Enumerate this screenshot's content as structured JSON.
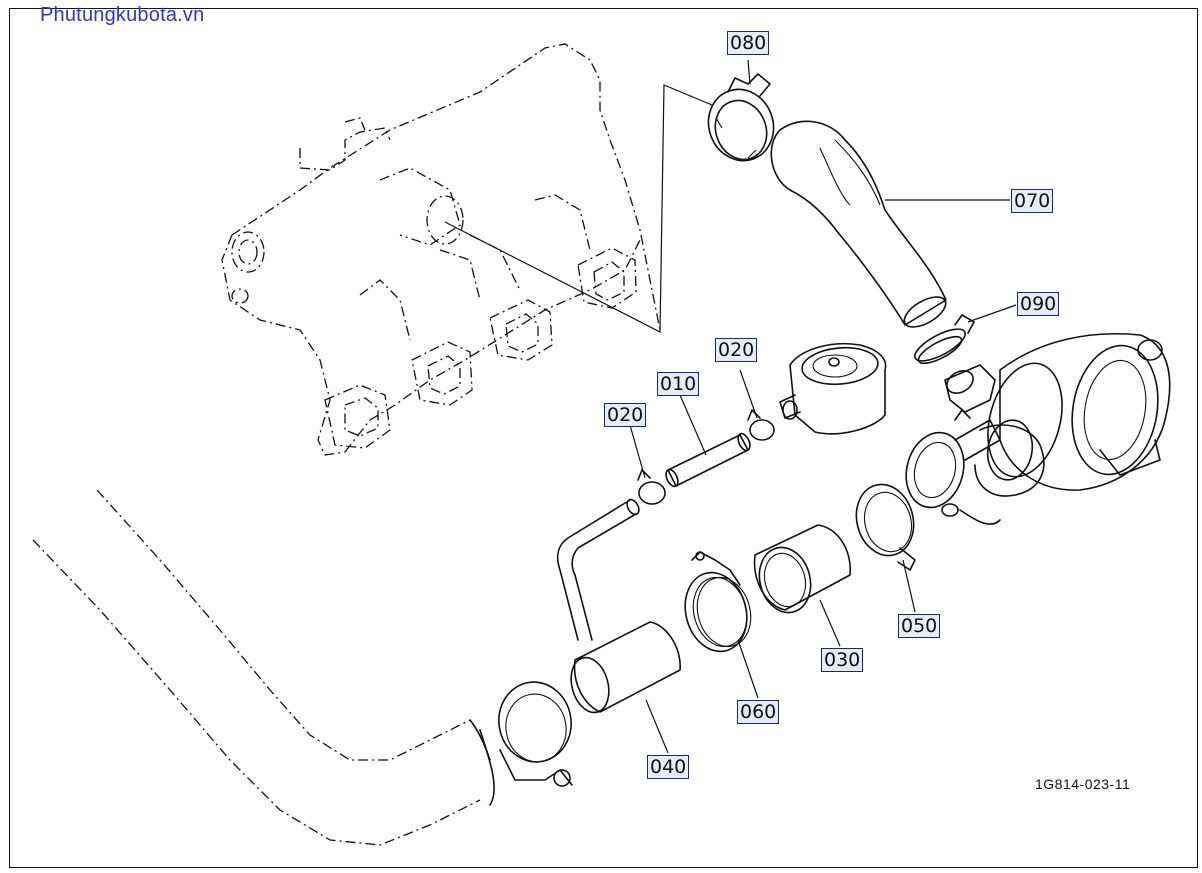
{
  "watermark": "Phutungkubota.vn",
  "reference_code": "1G814-023-11",
  "callouts": [
    {
      "id": "c080",
      "label": "080"
    },
    {
      "id": "c070",
      "label": "070"
    },
    {
      "id": "c090",
      "label": "090"
    },
    {
      "id": "c020a",
      "label": "020"
    },
    {
      "id": "c010",
      "label": "010"
    },
    {
      "id": "c020b",
      "label": "020"
    },
    {
      "id": "c050",
      "label": "050"
    },
    {
      "id": "c030",
      "label": "030"
    },
    {
      "id": "c060",
      "label": "060"
    },
    {
      "id": "c040",
      "label": "040"
    }
  ],
  "colors": {
    "line": "#111111",
    "watermark": "#3333cc",
    "callout_bg": "#e8ecf8",
    "callout_border": "#1a237e"
  }
}
